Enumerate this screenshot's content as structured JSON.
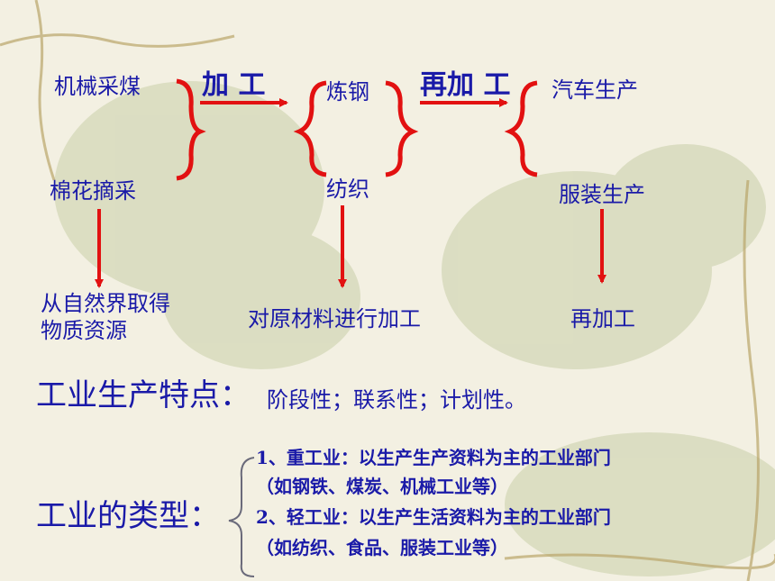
{
  "diagram": {
    "stage1": {
      "item1": "机械采煤",
      "item2": "棉花摘采",
      "desc": "从自然界取得物质资源"
    },
    "step1_label": "加 工",
    "stage2": {
      "item1": "炼钢",
      "item2": "纺织",
      "desc": "对原材料进行加工"
    },
    "step2_label": "再加 工",
    "stage3": {
      "item1": "汽车生产",
      "item2": "服装生产",
      "desc": "再加工"
    }
  },
  "features": {
    "title": "工业生产特点：",
    "content": "阶段性；联系性；计划性。"
  },
  "types": {
    "title": "工业的类型：",
    "item1": "1、重工业：以生产生产资料为主的工业部门",
    "item1_examples": "（如钢铁、煤炭、机械工业等）",
    "item2": "2、轻工业：以生产生活资料为主的工业部门",
    "item2_examples": "（如纺织、食品、服装工业等）"
  },
  "colors": {
    "text": "#1a1aa8",
    "arrow": "#e21111",
    "brace": "#e21111"
  }
}
